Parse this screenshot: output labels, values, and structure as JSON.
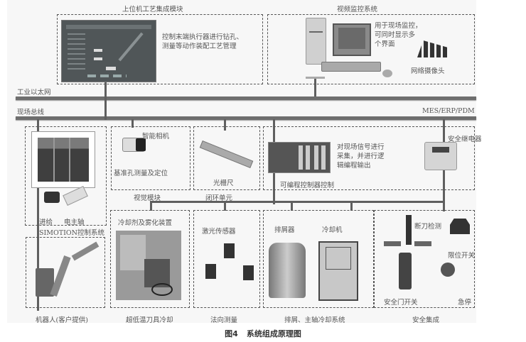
{
  "figure": {
    "caption_number": "图4",
    "caption_title": "系统组成原理图"
  },
  "networks": {
    "ethernet_label": "工业以太网",
    "fieldbus_label": "现场总线",
    "mes_label": "MES/ERP/PDM"
  },
  "modules": {
    "host": {
      "title": "上位机工艺集成模块",
      "note": "控制末端执行器进行钻孔、\n测量等动作装配工艺管理"
    },
    "video": {
      "title": "视频监控系统",
      "note": "用于现场监控，\n可同时显示多\n个界面",
      "camera_label": "网络摄像头"
    },
    "simotion": {
      "title": "SIMOTION控制系统",
      "feed_label": "进给",
      "spindle_label": "电主轴"
    },
    "vision": {
      "title": "视觉模块",
      "camera_label": "智能相机",
      "desc": "基准孔测量及定位"
    },
    "closed_loop": {
      "title": "闭环单元",
      "scale_label": "光栅尺"
    },
    "plc": {
      "label": "可编程控制器控制",
      "note": "对现场信号进行\n采集，并进行逻\n辑编程输出",
      "relay_label": "安全继电器"
    },
    "robot": {
      "title": "机器人(客户提供)"
    },
    "cooling": {
      "title": "超低温刀具冷却",
      "device_label": "冷却剂及雾化装置"
    },
    "normal": {
      "title": "法向测量",
      "sensor_label": "激光传感器"
    },
    "chip": {
      "title": "排屑、主轴冷却系统",
      "chip_label": "排屑器",
      "chiller_label": "冷却机"
    },
    "safety": {
      "title": "安全集成",
      "break_label": "断刀检测",
      "limit_label": "限位开关",
      "door_label": "安全门开关",
      "estop_label": "急停"
    }
  },
  "colors": {
    "bus": "#6e6e6e",
    "border": "#555555",
    "background": "#f7f7f7"
  }
}
